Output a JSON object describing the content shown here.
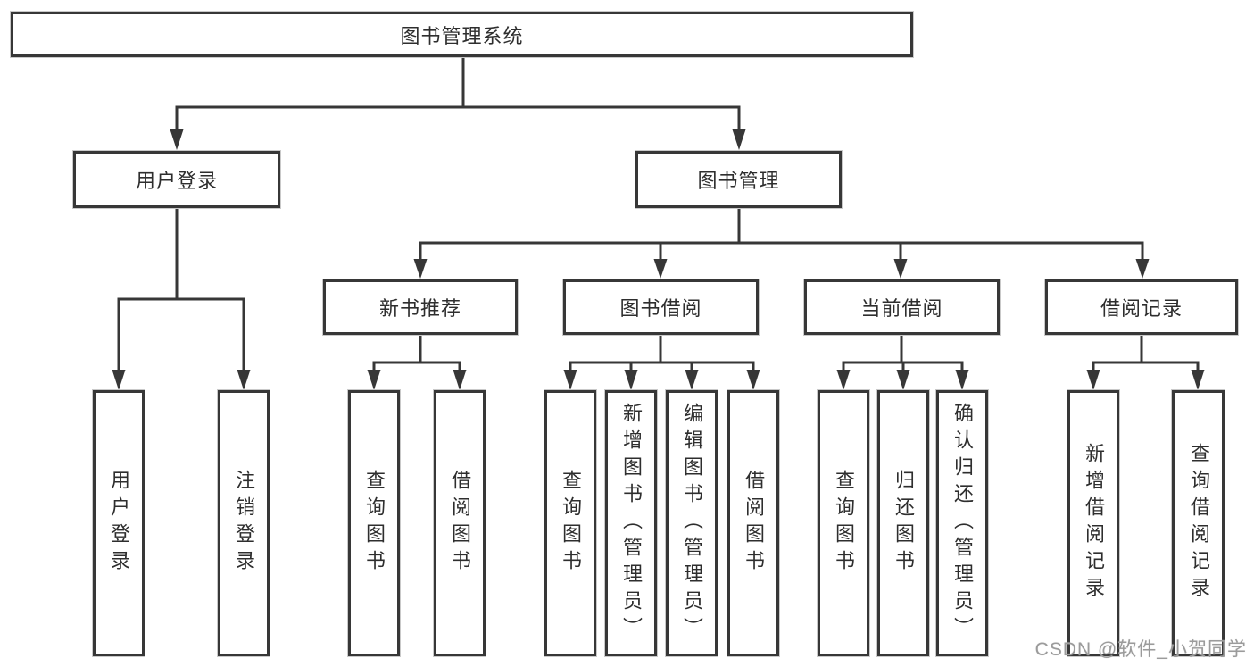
{
  "diagram": {
    "root": "图书管理系统",
    "level2": [
      "用户登录",
      "图书管理"
    ],
    "level3": [
      "新书推荐",
      "图书借阅",
      "当前借阅",
      "借阅记录"
    ],
    "leaves": {
      "user_login": [
        "用户登录",
        "注销登录"
      ],
      "new_book_rec": [
        "查询图书",
        "借阅图书"
      ],
      "book_borrow": [
        "查询图书",
        "新增图书（管理员）",
        "编辑图书（管理员）",
        "借阅图书"
      ],
      "current_borrow": [
        "查询图书",
        "归还图书",
        "确认归还（管理员）"
      ],
      "borrow_records": [
        "新增借阅记录",
        "查询借阅记录"
      ]
    }
  },
  "watermark": "CSDN @软件_小贺同学",
  "colors": {
    "line": "#373737",
    "box_border": "#373737",
    "text": "#2e2e2e",
    "watermark": "#9b9b9b",
    "background": "#ffffff"
  }
}
